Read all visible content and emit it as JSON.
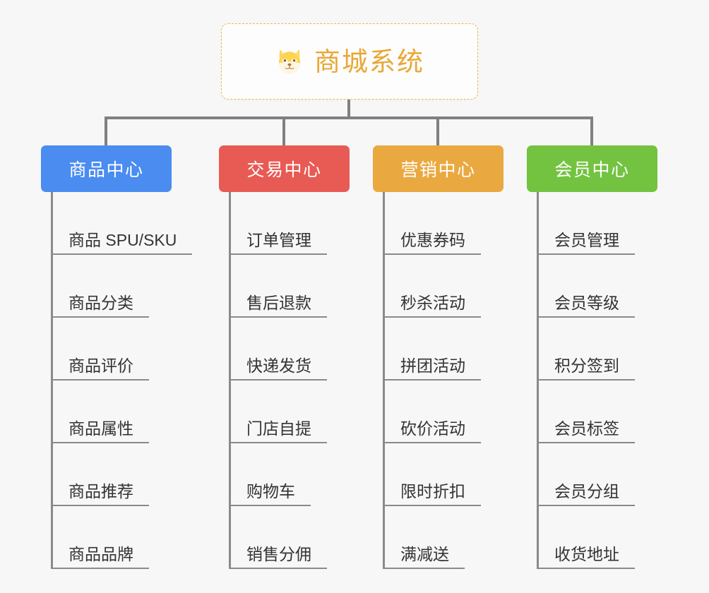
{
  "page": {
    "background_color": "#f7f7f7",
    "title": "商城系统"
  },
  "root": {
    "label": "商城系统",
    "icon": "shiba-dog-face-icon",
    "icon_glyph": "🐶",
    "text_color": "#e8a835",
    "border_color": "#f0b552",
    "background_color": "#fdfdfd"
  },
  "connector": {
    "color": "#808080"
  },
  "branches": [
    {
      "label": "商品中心",
      "color": "#4a8cf0",
      "leaves": [
        {
          "label": "商品 SPU/SKU"
        },
        {
          "label": "商品分类"
        },
        {
          "label": "商品评价"
        },
        {
          "label": "商品属性"
        },
        {
          "label": "商品推荐"
        },
        {
          "label": "商品品牌"
        }
      ]
    },
    {
      "label": "交易中心",
      "color": "#e85a54",
      "leaves": [
        {
          "label": "订单管理"
        },
        {
          "label": "售后退款"
        },
        {
          "label": "快递发货"
        },
        {
          "label": "门店自提"
        },
        {
          "label": "购物车"
        },
        {
          "label": "销售分佣"
        }
      ]
    },
    {
      "label": "营销中心",
      "color": "#eaa940",
      "leaves": [
        {
          "label": "优惠券码"
        },
        {
          "label": "秒杀活动"
        },
        {
          "label": "拼团活动"
        },
        {
          "label": "砍价活动"
        },
        {
          "label": "限时折扣"
        },
        {
          "label": "满减送"
        }
      ]
    },
    {
      "label": "会员中心",
      "color": "#73c341",
      "leaves": [
        {
          "label": "会员管理"
        },
        {
          "label": "会员等级"
        },
        {
          "label": "积分签到"
        },
        {
          "label": "会员标签"
        },
        {
          "label": "会员分组"
        },
        {
          "label": "收货地址"
        }
      ]
    }
  ]
}
